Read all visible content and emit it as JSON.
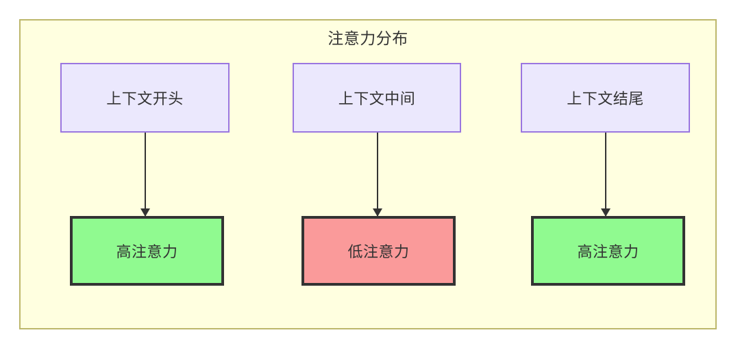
{
  "diagram": {
    "title": "注意力分布",
    "title_color": "#333333",
    "container": {
      "background": "#FFFFE0",
      "border_color": "#BDB76B"
    },
    "context_nodes": [
      {
        "label": "上下文开头",
        "fill": "#EBE8FD",
        "border": "#9A76E0"
      },
      {
        "label": "上下文中间",
        "fill": "#EBE8FD",
        "border": "#9A76E0"
      },
      {
        "label": "上下文结尾",
        "fill": "#EBE8FD",
        "border": "#9A76E0"
      }
    ],
    "attention_nodes": [
      {
        "label": "高注意力",
        "level": "high",
        "fill": "#90FA90",
        "border": "#333333"
      },
      {
        "label": "低注意力",
        "level": "low",
        "fill": "#FA9A9A",
        "border": "#333333"
      },
      {
        "label": "高注意力",
        "level": "high",
        "fill": "#90FA90",
        "border": "#333333"
      }
    ],
    "edges": [
      {
        "from": "上下文开头",
        "to": "高注意力"
      },
      {
        "from": "上下文中间",
        "to": "低注意力"
      },
      {
        "from": "上下文结尾",
        "to": "高注意力"
      }
    ]
  }
}
